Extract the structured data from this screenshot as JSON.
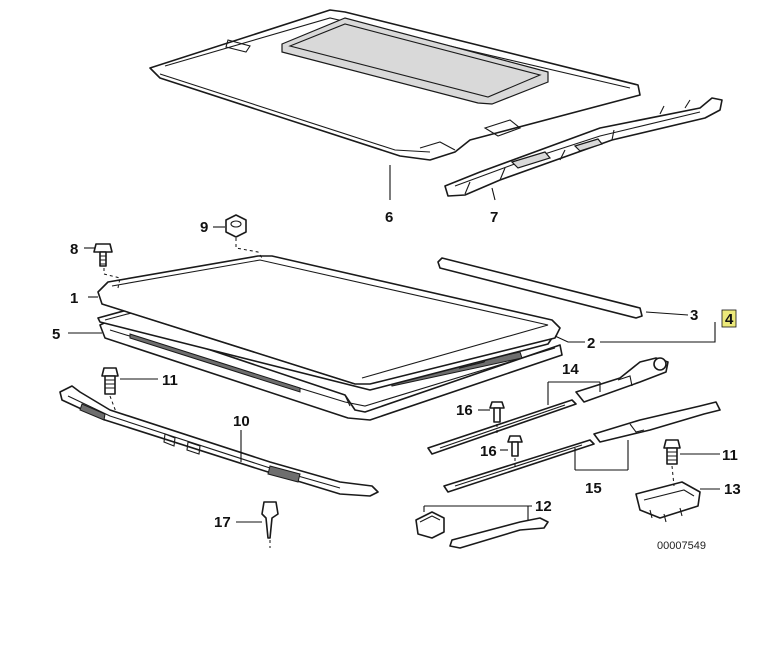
{
  "diagram": {
    "reference": "00007549",
    "highlight_color": "#ece97a",
    "labels": {
      "l1": "1",
      "l2": "2",
      "l3": "3",
      "l4": "4",
      "l5": "5",
      "l6": "6",
      "l7": "7",
      "l8": "8",
      "l9": "9",
      "l10": "10",
      "l11a": "11",
      "l11b": "11",
      "l12": "12",
      "l13": "13",
      "l14": "14",
      "l15": "15",
      "l16a": "16",
      "l16b": "16",
      "l17": "17"
    }
  }
}
